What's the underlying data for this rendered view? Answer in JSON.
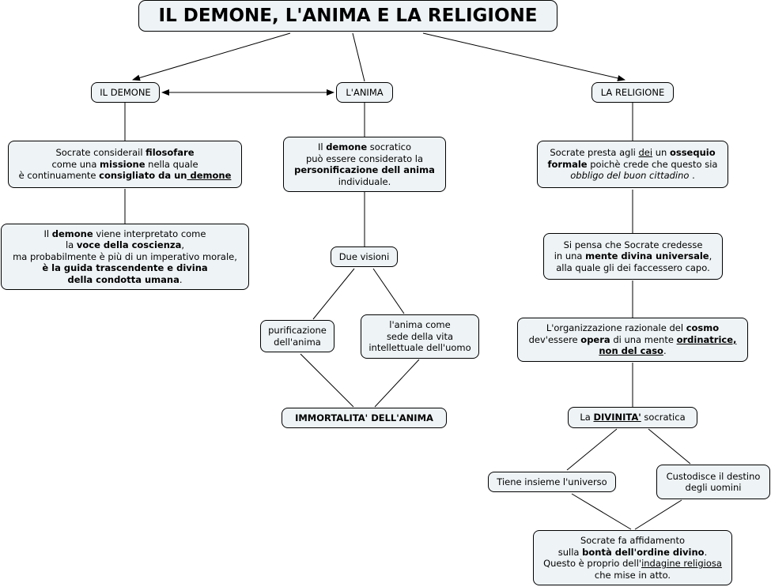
{
  "title": "IL DEMONE, L'ANIMA E LA RELIGIONE",
  "branches": {
    "demone": {
      "label": "IL DEMONE",
      "nodes": [
        {
          "lines": [
            [
              {
                "t": "Socrate considerail "
              },
              {
                "t": "filosofare",
                "b": true
              }
            ],
            [
              {
                "t": "come una "
              },
              {
                "t": "missione",
                "b": true
              },
              {
                "t": " nella quale"
              }
            ],
            [
              {
                "t": "è continuamente "
              },
              {
                "t": "consigliato da un",
                "b": true
              },
              {
                "t": " demone",
                "b": true,
                "u": true
              }
            ]
          ]
        },
        {
          "lines": [
            [
              {
                "t": "Il "
              },
              {
                "t": "demone",
                "b": true
              },
              {
                "t": " viene interpretato come"
              }
            ],
            [
              {
                "t": "la "
              },
              {
                "t": "voce della coscienza",
                "b": true
              },
              {
                "t": ","
              }
            ],
            [
              {
                "t": "ma probabilmente è più di un imperativo morale,"
              }
            ],
            [
              {
                "t": "è la guida trascendente e divina",
                "b": true
              }
            ],
            [
              {
                "t": "della condotta umana",
                "b": true
              },
              {
                "t": "."
              }
            ]
          ]
        }
      ]
    },
    "anima": {
      "label": "L'ANIMA",
      "nodes": [
        {
          "lines": [
            [
              {
                "t": "Il "
              },
              {
                "t": "demone",
                "b": true
              },
              {
                "t": " socratico"
              }
            ],
            [
              {
                "t": "può essere considerato la"
              }
            ],
            [
              {
                "t": "personificazione dell anima",
                "b": true
              }
            ],
            [
              {
                "t": "individuale."
              }
            ]
          ]
        },
        {
          "lines": [
            [
              {
                "t": "Due visioni"
              }
            ]
          ]
        },
        {
          "lines": [
            [
              {
                "t": "purificazione"
              }
            ],
            [
              {
                "t": "dell'anima"
              }
            ]
          ]
        },
        {
          "lines": [
            [
              {
                "t": "l'anima come"
              }
            ],
            [
              {
                "t": "sede della vita"
              }
            ],
            [
              {
                "t": "intellettuale dell'uomo"
              }
            ]
          ]
        },
        {
          "lines": [
            [
              {
                "t": "IMMORTALITA' DELL'ANIMA",
                "b": true
              }
            ]
          ]
        }
      ]
    },
    "religione": {
      "label": "LA RELIGIONE",
      "nodes": [
        {
          "lines": [
            [
              {
                "t": "Socrate presta agli "
              },
              {
                "t": "dei",
                "u": true
              },
              {
                "t": " un "
              },
              {
                "t": "ossequio",
                "b": true
              }
            ],
            [
              {
                "t": "formale",
                "b": true
              },
              {
                "t": " poichè crede che questo sia"
              }
            ],
            [
              {
                "t": "obbligo del buon cittadino",
                "i": true
              },
              {
                "t": " ."
              }
            ]
          ]
        },
        {
          "lines": [
            [
              {
                "t": "Si pensa che Socrate credesse"
              }
            ],
            [
              {
                "t": "in una "
              },
              {
                "t": "mente divina universale",
                "b": true
              },
              {
                "t": ","
              }
            ],
            [
              {
                "t": "alla quale gli dei faccessero capo."
              }
            ]
          ]
        },
        {
          "lines": [
            [
              {
                "t": "L'organizzazione razionale del "
              },
              {
                "t": "cosmo",
                "b": true
              }
            ],
            [
              {
                "t": "dev'essere "
              },
              {
                "t": "opera",
                "b": true
              },
              {
                "t": " di una mente "
              },
              {
                "t": "ordinatrice,",
                "b": true,
                "u": true
              }
            ],
            [
              {
                "t": "non del caso",
                "b": true,
                "u": true
              },
              {
                "t": "."
              }
            ]
          ]
        },
        {
          "lines": [
            [
              {
                "t": "La "
              },
              {
                "t": "DIVINITA'",
                "b": true,
                "u": true
              },
              {
                "t": " socratica"
              }
            ]
          ]
        },
        {
          "lines": [
            [
              {
                "t": "Tiene insieme l'universo"
              }
            ]
          ]
        },
        {
          "lines": [
            [
              {
                "t": "Custodisce il destino"
              }
            ],
            [
              {
                "t": "degli uomini"
              }
            ]
          ]
        },
        {
          "lines": [
            [
              {
                "t": "Socrate fa affidamento"
              }
            ],
            [
              {
                "t": "sulla "
              },
              {
                "t": "bontà dell'ordine divino",
                "b": true
              },
              {
                "t": "."
              }
            ],
            [
              {
                "t": "Questo è proprio dell'"
              },
              {
                "t": "indagine religiosa",
                "u": true
              }
            ],
            [
              {
                "t": "che mise in atto."
              }
            ]
          ]
        }
      ]
    }
  },
  "colors": {
    "node_bg": "#eef3f5",
    "border": "#000000",
    "line": "#000000"
  }
}
